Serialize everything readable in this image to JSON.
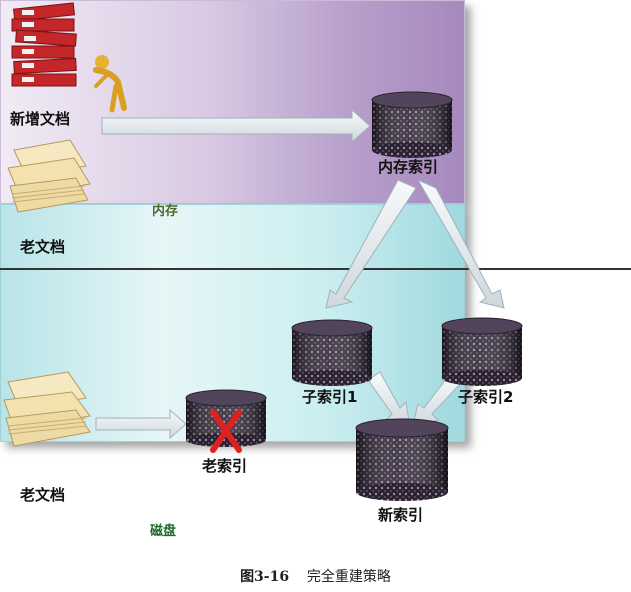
{
  "labels": {
    "new_docs": "新增文档",
    "old_docs_top": "老文档",
    "old_docs_bottom": "老文档",
    "memory_index": "内存索引",
    "sub_index_1": "子索引1",
    "sub_index_2": "子索引2",
    "old_index": "老索引",
    "new_index": "新索引",
    "memory_zone": "内存",
    "disk_zone": "磁盘"
  },
  "caption": {
    "number": "图3-16",
    "title": "完全重建策略"
  },
  "colors": {
    "memory_panel": "#b79fcb",
    "disk_panel": "#9fd9de",
    "arrow": "#eef2f4",
    "cylinder": "#3a2f3f",
    "x_mark": "#e02020"
  },
  "icons": [
    "document-stack-red-icon",
    "thinking-figure-icon",
    "paper-stack-icon",
    "paper-stack-icon",
    "cylinder-icon",
    "x-mark-icon"
  ]
}
